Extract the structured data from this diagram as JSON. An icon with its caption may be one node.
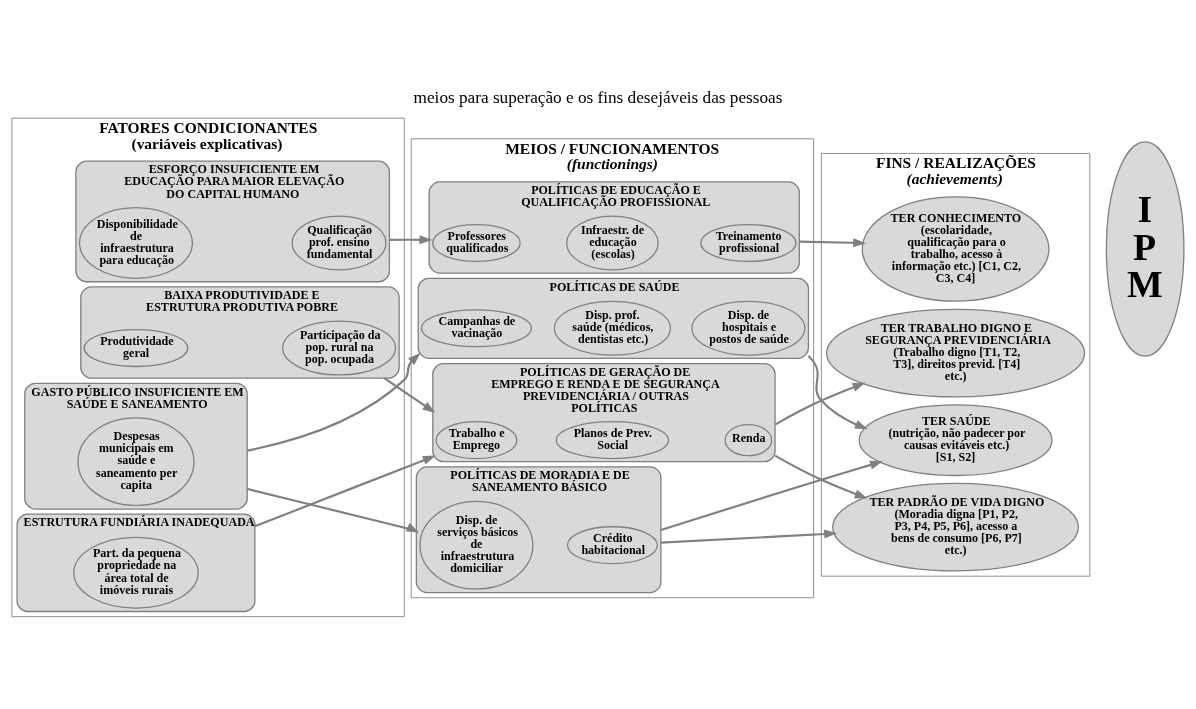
{
  "diagram": {
    "title": "meios para superação e os fins desejáveis das pessoas",
    "nodes": [
      {
        "text": [
          "FATORES CONDICIONANTES",
          "(variáveis explicativas)"
        ]
      },
      {
        "text": [
          "ESFORÇO INSUFICIENTE EM EDUCAÇÃO PARA MAIOR ELEVAÇÃO DO CAPITAL HUMANO"
        ],
        "in": 0
      },
      {
        "text": [
          "Disponibilidade de infraestrutura para educação"
        ],
        "in": 1
      },
      {
        "text": [
          "Qualificação prof. ensino fundamental"
        ],
        "in": 1
      },
      {
        "text": [
          "GASTO PÚBLICO INSUFICIENTE EM SAÚDE E SANEAMENTO"
        ],
        "in": 0
      },
      {
        "text": [
          "Despesas municipais em saúde e saneamento per capita"
        ],
        "in": 4
      },
      {
        "text": [
          "ESTRUTURA FUNDIÁRIA INADEQUADA"
        ],
        "in": 0
      },
      {
        "text": [
          "Part. da pequena propriedade na área total de imóveis rurais"
        ],
        "in": 6
      },
      {
        "text": [
          "BAIXA PRODUTIVIDADE E ESTRUTURA PRODUTIVA POBRE"
        ],
        "in": 0
      },
      {
        "text": [
          "Produtividade geral"
        ],
        "in": 8
      },
      {
        "text": [
          "Participação da pop. rural na pop. ocupada"
        ],
        "in": 8
      },
      {
        "text": [
          "MEIOS / FUNCIONAMENTOS",
          "(functionings)"
        ]
      },
      {
        "text": [
          "POLÍTICAS DE EDUCAÇÃO E QUALIFICAÇÃO PROFISSIONAL"
        ],
        "in": 11
      },
      {
        "text": [
          "Professores qualificados"
        ],
        "in": 12
      },
      {
        "text": [
          "Infraestr. de educação (escolas)"
        ],
        "in": 12
      },
      {
        "text": [
          "Treinamento profissional"
        ],
        "in": 12
      },
      {
        "text": [
          "POLÍTICAS DE SAÚDE"
        ],
        "in": 11
      },
      {
        "text": [
          "Campanhas de vacinação"
        ],
        "in": 16
      },
      {
        "text": [
          "Disp. prof. saúde (médicos, dentistas etc.)"
        ],
        "in": 16
      },
      {
        "text": [
          "Disp. de hospitais e postos de saúde"
        ],
        "in": 16
      },
      {
        "text": [
          "POLÍTICAS DE MORADIA E DE SANEAMENTO BÁSICO"
        ],
        "in": 11
      },
      {
        "text": [
          "Disp. de serviços básicos de infraestrutura domiciliar"
        ],
        "in": 20
      },
      {
        "text": [
          "Crédito habitacional"
        ],
        "in": 20
      },
      {
        "text": [
          "POLÍTICAS DE GERAÇÃO DE EMPREGO E RENDA E DE SEGURANÇA PREVIDENCIÁRIA / OUTRAS POLÍTICAS"
        ],
        "in": 11
      },
      {
        "text": [
          "Trabalho e Emprego"
        ],
        "in": 23
      },
      {
        "text": [
          "Planos de Prev. Social"
        ],
        "in": 23
      },
      {
        "text": [
          "Renda"
        ],
        "in": 23
      },
      {
        "text": [
          "FINS / REALIZAÇÕES",
          "(achievements)"
        ]
      },
      {
        "text": [
          "TER CONHECIMENTO",
          "(escolaridade, qualificação para o trabalho, acesso à informação etc.) [C1, C2, C3, C4]"
        ],
        "in": 27
      },
      {
        "text": [
          "TER SAÚDE",
          "(nutrição, não padecer por causas evitáveis etc.) [S1, S2]"
        ],
        "in": 27
      },
      {
        "text": [
          "TER PADRÃO DE VIDA DIGNO",
          "(Moradia digna [P1, P2, P3, P4, P5, P6], acesso a bens de consumo [P6, P7] etc.)"
        ],
        "in": 27
      },
      {
        "text": [
          "TER TRABALHO DIGNO E SEGURANÇA PREVIDENCIÁRIA",
          "(Trabalho digno [T1, T2, T3], direitos previd. [T4] etc.)"
        ],
        "in": 27
      },
      {
        "text": [
          "I P M"
        ]
      }
    ],
    "edges": [
      {
        "from": 1,
        "to": 12,
        "arrow": "to"
      },
      {
        "from": 4,
        "to": 16,
        "arrow": "to"
      },
      {
        "from": 4,
        "to": 20,
        "arrow": "to"
      },
      {
        "from": 6,
        "to": 23,
        "arrow": "to"
      },
      {
        "from": 8,
        "to": 23,
        "arrow": "to"
      },
      {
        "from": 12,
        "to": 28,
        "arrow": "to"
      },
      {
        "from": 16,
        "to": 29,
        "arrow": "to"
      },
      {
        "from": 20,
        "to": 29,
        "arrow": "to"
      },
      {
        "from": 20,
        "to": 30,
        "arrow": "to"
      },
      {
        "from": 23,
        "to": 30,
        "arrow": "to"
      },
      {
        "from": 23,
        "to": 31,
        "arrow": "to"
      }
    ]
  }
}
